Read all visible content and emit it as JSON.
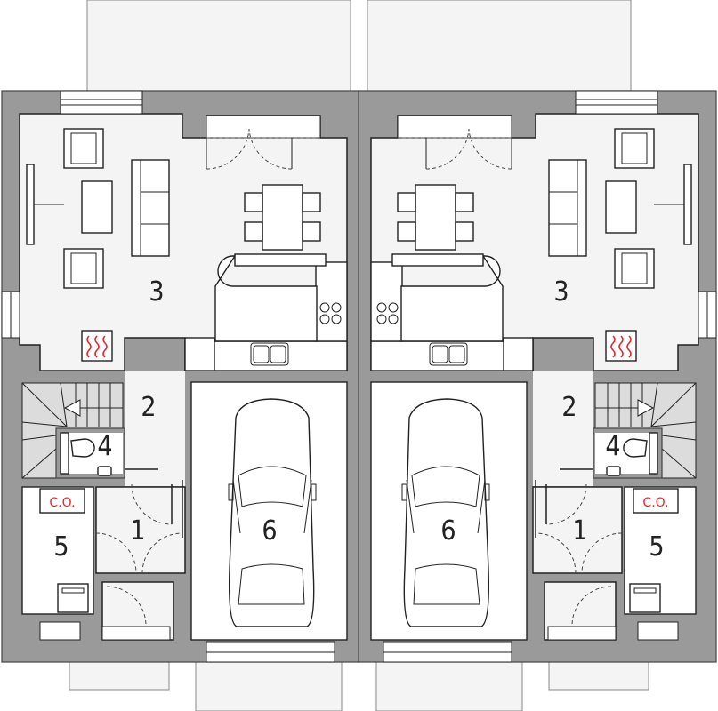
{
  "plan": {
    "units": [
      {
        "side": "left",
        "rooms": {
          "living": "3",
          "hall": "2",
          "wc": "4",
          "entry": "1",
          "boiler": "5",
          "garage": "6"
        },
        "boiler_label": "C.O."
      },
      {
        "side": "right",
        "rooms": {
          "living": "3",
          "hall": "2",
          "wc": "4",
          "entry": "1",
          "boiler": "5",
          "garage": "6"
        },
        "boiler_label": "C.O."
      }
    ],
    "colors": {
      "wall": "#9a9a9a",
      "floor": "#f4f4f4",
      "wet_room": "#e6f3fa",
      "stairs": "#dcdcdc",
      "label_red": "#e0282e"
    },
    "icons": [
      "radiator-icon",
      "car-icon",
      "toilet-icon",
      "sink-icon",
      "hob-icon",
      "sofa-icon",
      "armchair-icon",
      "dining-table-icon",
      "boiler-icon"
    ]
  }
}
